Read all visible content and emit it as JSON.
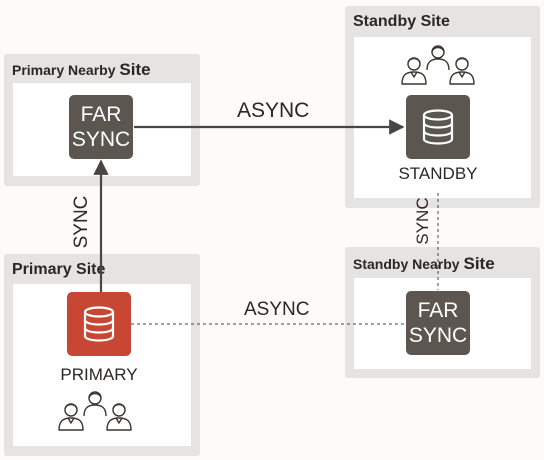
{
  "sites": {
    "primary_nearby": {
      "title_main": "Primary Nearby",
      "title_suffix": "Site"
    },
    "primary": {
      "title_main": "Primary Site"
    },
    "standby": {
      "title_main": "Standby Site"
    },
    "standby_nearby": {
      "title_main": "Standby Nearby",
      "title_suffix": "Site"
    }
  },
  "nodes": {
    "far_sync_primary": {
      "line1": "FAR",
      "line2": "SYNC"
    },
    "far_sync_standby": {
      "line1": "FAR",
      "line2": "SYNC"
    },
    "primary_db": {
      "label": "PRIMARY",
      "icon": "database-icon",
      "color": "#c74634"
    },
    "standby_db": {
      "label": "STANDBY",
      "icon": "database-icon",
      "color": "#5c5651"
    }
  },
  "connections": {
    "far_to_standby": "ASYNC",
    "primary_to_far": "SYNC",
    "primary_to_far_standby": "ASYNC",
    "standby_to_far_standby": "SYNC"
  },
  "colors": {
    "site_bg": "#e6e4e2",
    "far_sync": "#5c5651",
    "primary": "#c74634",
    "text": "#2b2724"
  }
}
